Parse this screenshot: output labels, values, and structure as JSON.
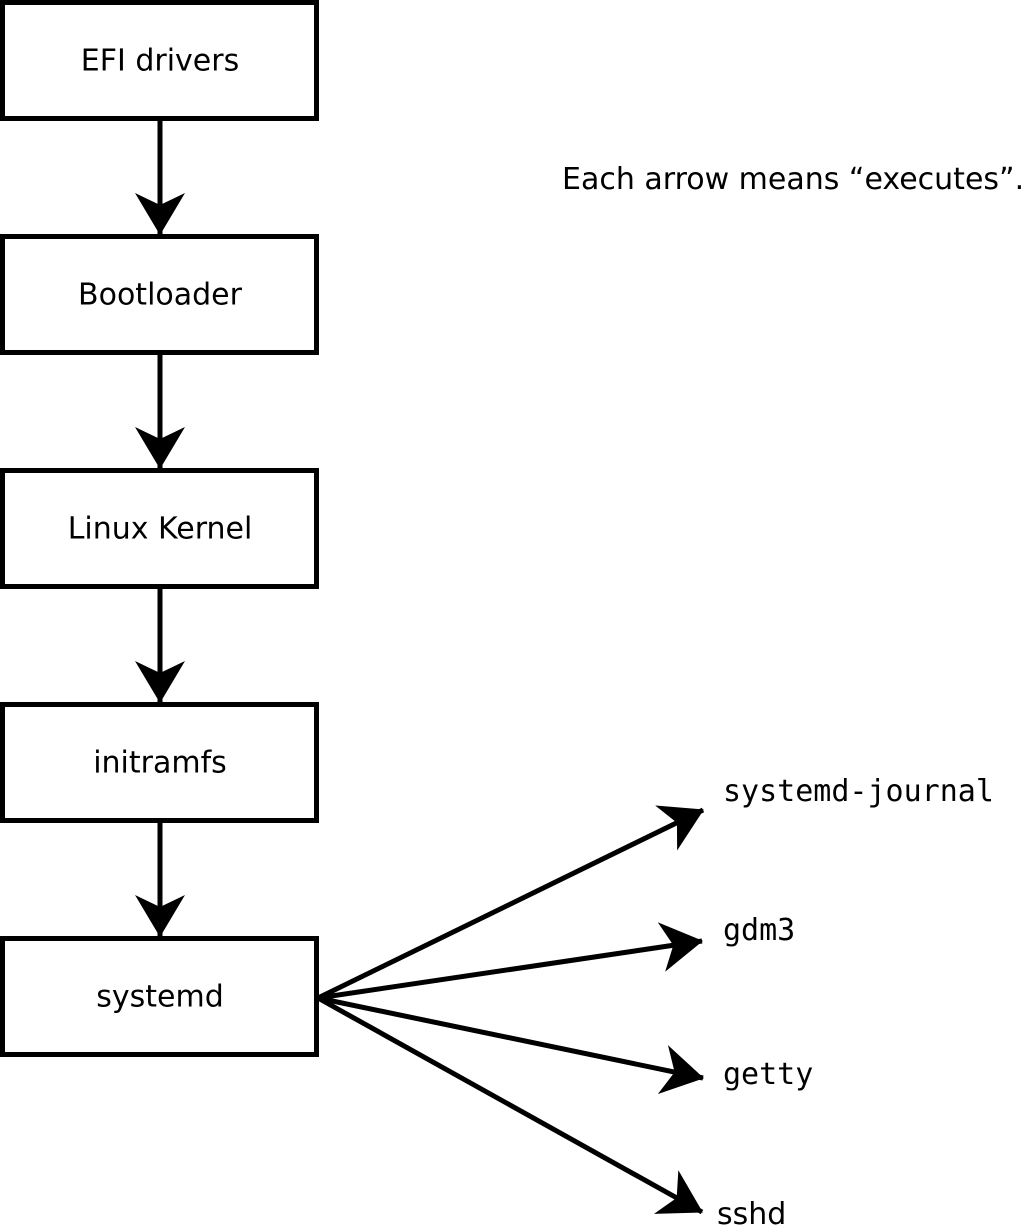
{
  "title": "Linux boot chain diagram",
  "note": "Each arrow means “executes”.",
  "edge_meaning": "executes",
  "chain": [
    {
      "label": "EFI drivers"
    },
    {
      "label": "Bootloader"
    },
    {
      "label": "Linux Kernel"
    },
    {
      "label": "initramfs"
    },
    {
      "label": "systemd"
    }
  ],
  "targets": [
    {
      "label": "systemd-journal"
    },
    {
      "label": "gdm3"
    },
    {
      "label": "getty"
    },
    {
      "label": "sshd"
    }
  ],
  "colors": {
    "background": "#ffffff",
    "box_fill": "#ffffff",
    "line": "#000000",
    "text": "#000000"
  }
}
